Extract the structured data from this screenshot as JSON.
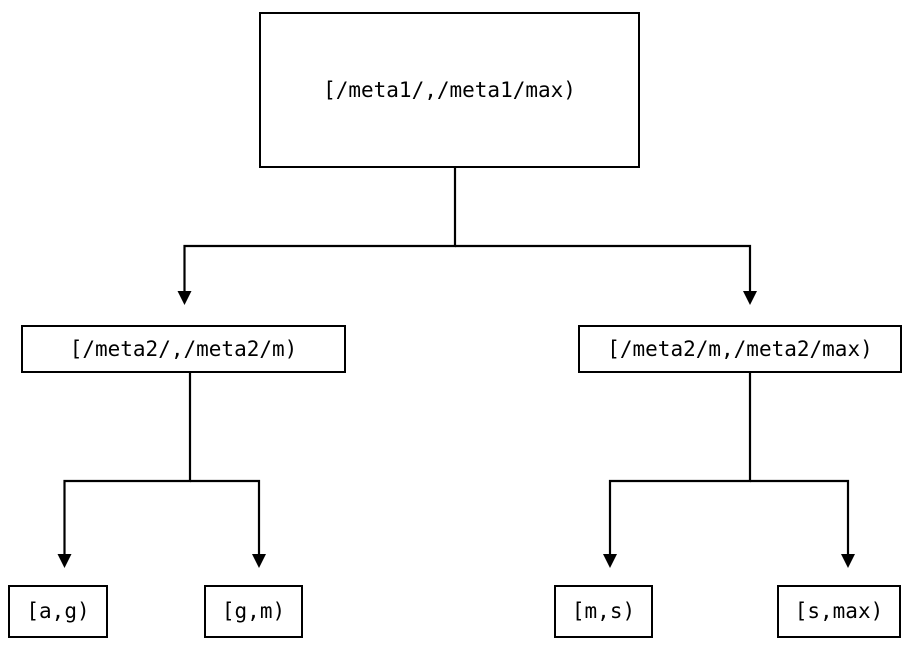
{
  "diagram": {
    "type": "tree",
    "title": "",
    "background_color": "#ffffff",
    "stroke_color": "#000000",
    "text_color": "#000000",
    "nodes": {
      "root": {
        "label": "[/meta1/,/meta1/max)",
        "level": 0
      },
      "mid_left": {
        "label": "[/meta2/,/meta2/m)",
        "level": 1
      },
      "mid_right": {
        "label": "[/meta2/m,/meta2/max)",
        "level": 1
      },
      "leaves": [
        {
          "label": "[a,g)",
          "level": 2
        },
        {
          "label": "[g,m)",
          "level": 2
        },
        {
          "label": "[m,s)",
          "level": 2
        },
        {
          "label": "[s,max)",
          "level": 2
        }
      ]
    },
    "edges": [
      {
        "from": "root",
        "to": "mid_left",
        "arrow": "triangle-down"
      },
      {
        "from": "root",
        "to": "mid_right",
        "arrow": "triangle-down"
      },
      {
        "from": "mid_left",
        "to": "leaf_0",
        "arrow": "triangle-down"
      },
      {
        "from": "mid_left",
        "to": "leaf_1",
        "arrow": "triangle-down"
      },
      {
        "from": "mid_right",
        "to": "leaf_2",
        "arrow": "triangle-down"
      },
      {
        "from": "mid_right",
        "to": "leaf_3",
        "arrow": "triangle-down"
      }
    ]
  }
}
